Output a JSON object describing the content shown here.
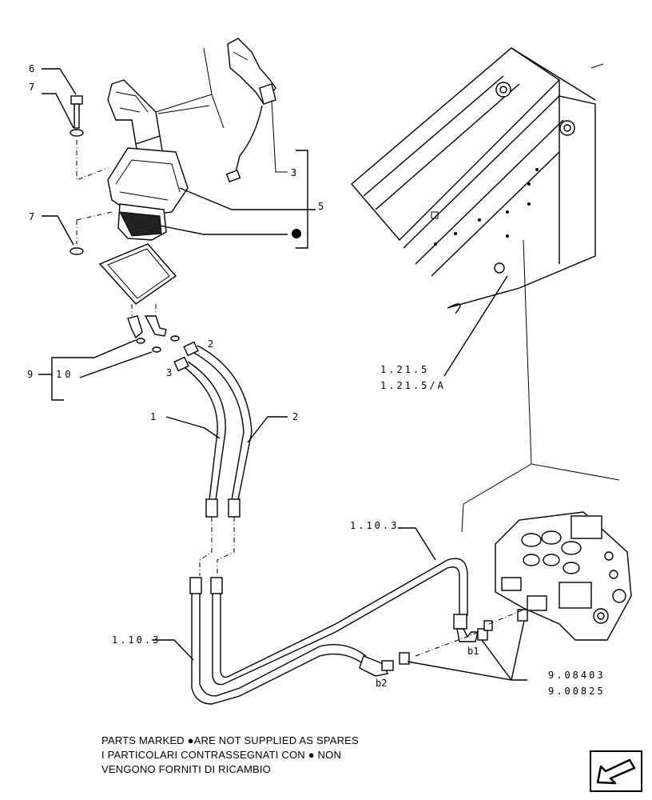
{
  "callouts": {
    "c6": "6",
    "c7a": "7",
    "c7b": "7",
    "c3a": "3",
    "c5": "5",
    "c9": "9",
    "c10": "10",
    "c3b": "3",
    "c2a": "2",
    "c1": "1",
    "c2b": "2",
    "ref_1215": "1.21.5",
    "ref_1215a": "1.21.5/A",
    "ref_1103a": "1.10.3",
    "ref_1103b": "1.10.3",
    "b1": "b1",
    "b2": "b2",
    "ref_908403": "9.08403",
    "ref_900825": "9.00825"
  },
  "note": {
    "line1": "PARTS MARKED ●ARE NOT SUPPLIED AS SPARES",
    "line2": "I PARTICOLARI CONTRASSEGNATI CON ● NON",
    "line3": "VENGONO FORNITI DI RICAMBIO"
  },
  "icons": {
    "not_supplied_marker": "filled-circle",
    "nav": "arrow-left-down-icon"
  }
}
